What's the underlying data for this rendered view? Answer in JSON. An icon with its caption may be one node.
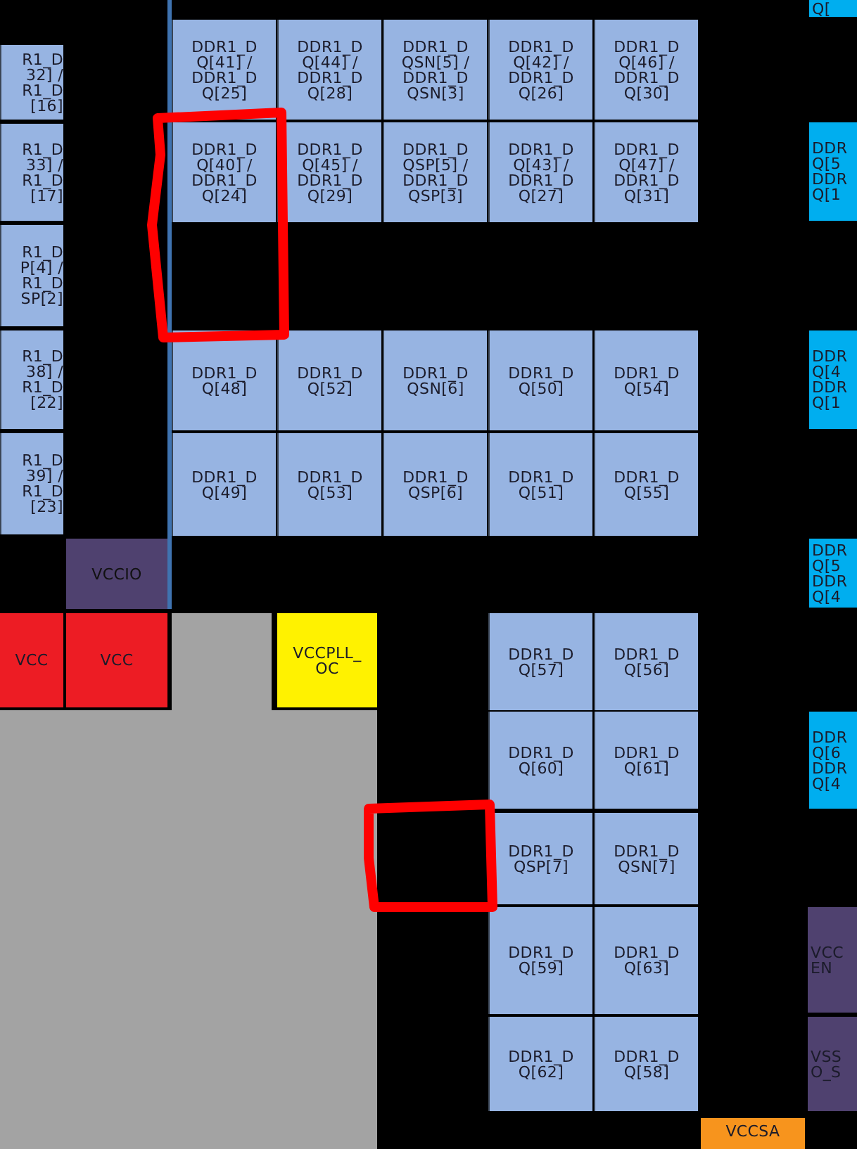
{
  "diagram": {
    "nodes": [
      {
        "text": [
          "Q["
        ]
      },
      {
        "text": [
          "R1_D 32] / R1_D [16]"
        ]
      },
      {
        "text": [
          "DDR1_D Q[41] / DDR1_D Q[25]"
        ]
      },
      {
        "text": [
          "DDR1_D Q[44] / DDR1_D Q[28]"
        ]
      },
      {
        "text": [
          "DDR1_D QSN[5] / DDR1_D QSN[3]"
        ]
      },
      {
        "text": [
          "DDR1_D Q[42] / DDR1_D Q[26]"
        ]
      },
      {
        "text": [
          "DDR1_D Q[46] / DDR1_D Q[30]"
        ]
      },
      {
        "text": [
          "R1_D 33] / R1_D [17]"
        ]
      },
      {
        "text": [
          "DDR1_D Q[40] / DDR1_D Q[24]"
        ]
      },
      {
        "text": [
          "DDR1_D Q[45] / DDR1_D Q[29]"
        ]
      },
      {
        "text": [
          "DDR1_D QSP[5] / DDR1_D QSP[3]"
        ]
      },
      {
        "text": [
          "DDR1_D Q[43] / DDR1_D Q[27]"
        ]
      },
      {
        "text": [
          "DDR1_D Q[47] / DDR1_D Q[31]"
        ]
      },
      {
        "text": [
          "DDR Q[5 DDR Q[1"
        ]
      },
      {
        "text": [
          "R1_D P[4] / R1_D SP[2]"
        ]
      },
      {
        "text": [
          "R1_D 38] / R1_D [22]"
        ]
      },
      {
        "text": [
          "DDR1_D Q[48]"
        ]
      },
      {
        "text": [
          "DDR1_D Q[52]"
        ]
      },
      {
        "text": [
          "DDR1_D QSN[6]"
        ]
      },
      {
        "text": [
          "DDR1_D Q[50]"
        ]
      },
      {
        "text": [
          "DDR1_D Q[54]"
        ]
      },
      {
        "text": [
          "DDR Q[4 DDR Q[1"
        ]
      },
      {
        "text": [
          "R1_D 39] / R1_D [23]"
        ]
      },
      {
        "text": [
          "DDR1_D Q[49]"
        ]
      },
      {
        "text": [
          "DDR1_D Q[53]"
        ]
      },
      {
        "text": [
          "DDR1_D QSP[6]"
        ]
      },
      {
        "text": [
          "DDR1_D Q[51]"
        ]
      },
      {
        "text": [
          "DDR1_D Q[55]"
        ]
      },
      {
        "text": [
          "VCCIO"
        ]
      },
      {
        "text": [
          "DDR Q[5 DDR Q[4"
        ]
      },
      {
        "text": [
          "VCC"
        ]
      },
      {
        "text": [
          "VCC"
        ]
      },
      {
        "text": [],
        "shape": "box"
      },
      {
        "text": [
          "VCCPLL_ OC"
        ]
      },
      {
        "text": [
          "DDR1_D Q[57]"
        ]
      },
      {
        "text": [
          "DDR1_D Q[56]"
        ]
      },
      {
        "text": [
          "DDR1_D Q[60]"
        ]
      },
      {
        "text": [
          "DDR1_D Q[61]"
        ]
      },
      {
        "text": [
          "DDR Q[6 DDR Q[4"
        ]
      },
      {
        "text": [
          "DDR1_D QSP[7]"
        ]
      },
      {
        "text": [
          "DDR1_D QSN[7]"
        ]
      },
      {
        "text": [
          "DDR1_D Q[59]"
        ]
      },
      {
        "text": [
          "DDR1_D Q[63]"
        ]
      },
      {
        "text": [
          "VCC EN"
        ]
      },
      {
        "text": [
          "DDR1_D Q[62]"
        ]
      },
      {
        "text": [
          "DDR1_D Q[58]"
        ]
      },
      {
        "text": [
          "VSS O_S"
        ]
      },
      {
        "text": [
          "VCCSA"
        ]
      }
    ]
  }
}
